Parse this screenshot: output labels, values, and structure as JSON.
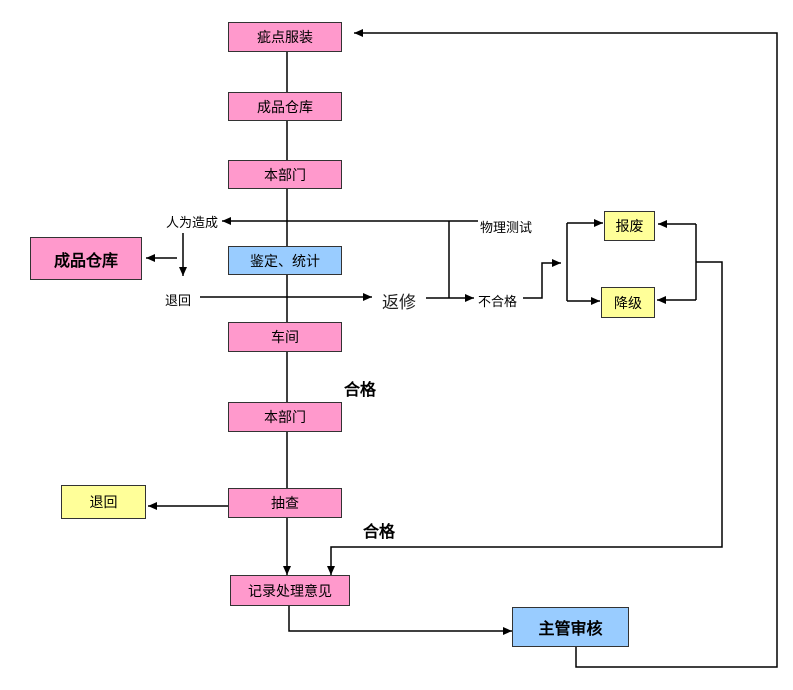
{
  "nodes": {
    "defect_garment": "疵点服装",
    "finished_warehouse": "成品仓库",
    "department_1": "本部门",
    "appraisal_stats": "鉴定、统计",
    "workshop": "车间",
    "department_2": "本部门",
    "spot_check": "抽查",
    "record_opinion": "记录处理意见",
    "manager_review": "主管审核",
    "finished_warehouse_left": "成品仓库",
    "return_left": "退回",
    "scrap": "报废",
    "downgrade": "降级"
  },
  "labels": {
    "human_caused": "人为造成",
    "return": "退回",
    "rework": "返修",
    "physical_test": "物理测试",
    "unqualified": "不合格",
    "qualified_1": "合格",
    "qualified_2": "合格"
  }
}
